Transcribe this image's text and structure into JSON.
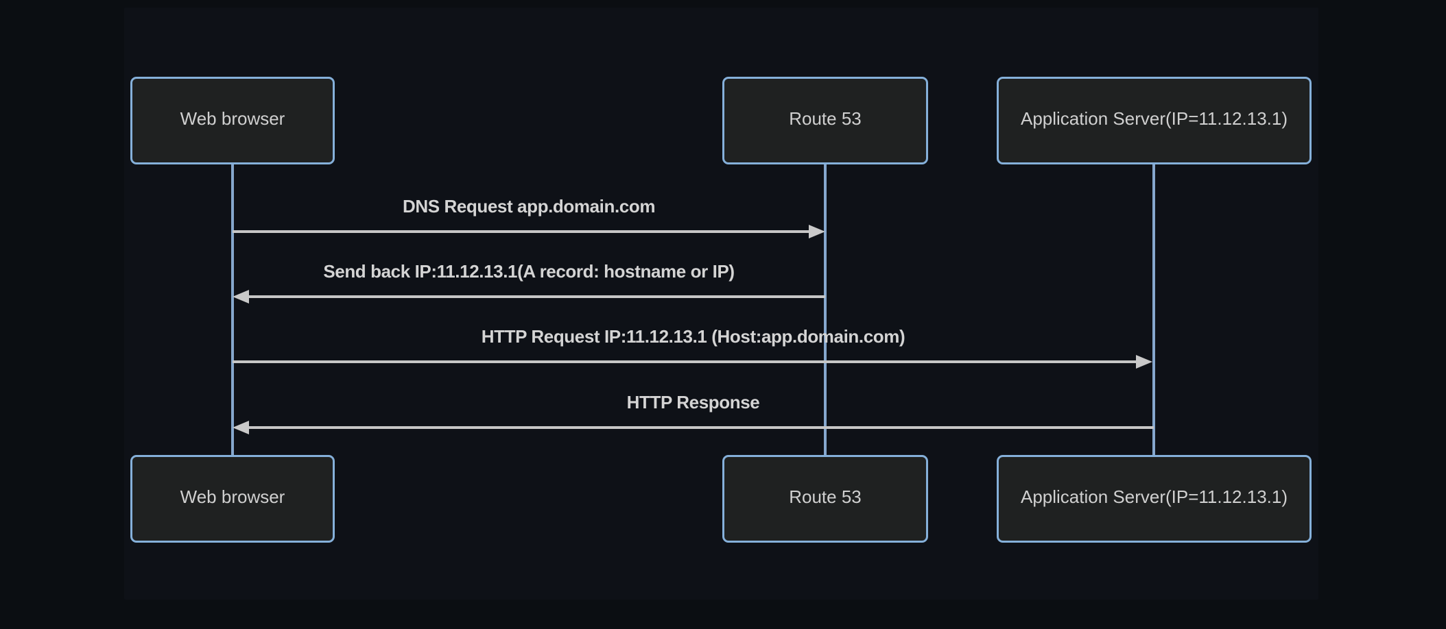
{
  "diagram": {
    "type": "sequence",
    "actors": [
      {
        "id": "web-browser",
        "label": "Web browser"
      },
      {
        "id": "route53",
        "label": "Route 53"
      },
      {
        "id": "app-server",
        "label": "Application Server(IP=11.12.13.1)"
      }
    ],
    "messages": [
      {
        "from": "web-browser",
        "to": "route53",
        "direction": "right",
        "label": "DNS Request app.domain.com"
      },
      {
        "from": "route53",
        "to": "web-browser",
        "direction": "left",
        "label": "Send back IP:11.12.13.1(A record: hostname or IP)"
      },
      {
        "from": "web-browser",
        "to": "app-server",
        "direction": "right",
        "label": "HTTP Request IP:11.12.13.1 (Host:app.domain.com)"
      },
      {
        "from": "app-server",
        "to": "web-browser",
        "direction": "left",
        "label": "HTTP Response"
      }
    ],
    "colors": {
      "page_background": "#0b0e12",
      "diagram_background": "#0e1117",
      "actor_fill": "#1f2121",
      "actor_border": "#85b0da",
      "actor_text": "#d0d0d0",
      "lifeline": "#85a7cd",
      "signal_line": "#c6c6c6",
      "signal_text": "#d4d4d4"
    }
  }
}
